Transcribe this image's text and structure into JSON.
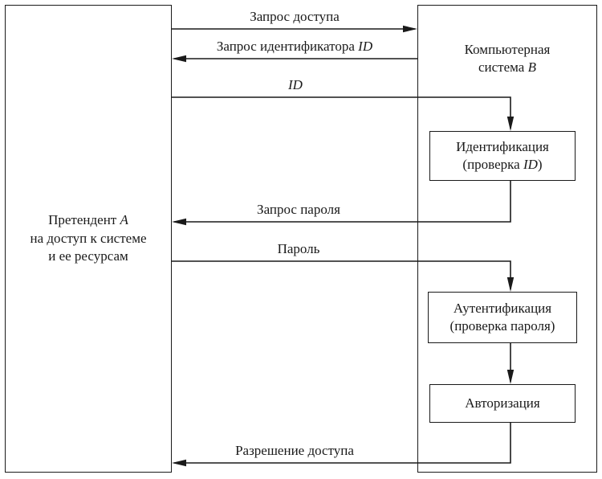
{
  "colors": {
    "line": "#1a1a1a",
    "background": "#ffffff"
  },
  "claimant": {
    "line1": "Претендент",
    "line1_var": "A",
    "line2": "на доступ к системе",
    "line3": "и ее ресурсам"
  },
  "system": {
    "line1": "Компьютерная",
    "line2": "система",
    "line2_var": "B"
  },
  "messages": {
    "access_request": "Запрос доступа",
    "id_request": "Запрос идентификатора",
    "id_request_var": "ID",
    "id_label": "ID",
    "password_request": "Запрос пароля",
    "password": "Пароль",
    "access_grant": "Разрешение доступа"
  },
  "steps": {
    "identification": {
      "line1": "Идентификация",
      "line2_pre": "(проверка",
      "line2_var": "ID",
      "line2_post": ")"
    },
    "authentication": {
      "line1": "Аутентификация",
      "line2": "(проверка пароля)"
    },
    "authorization": {
      "label": "Авторизация"
    }
  }
}
